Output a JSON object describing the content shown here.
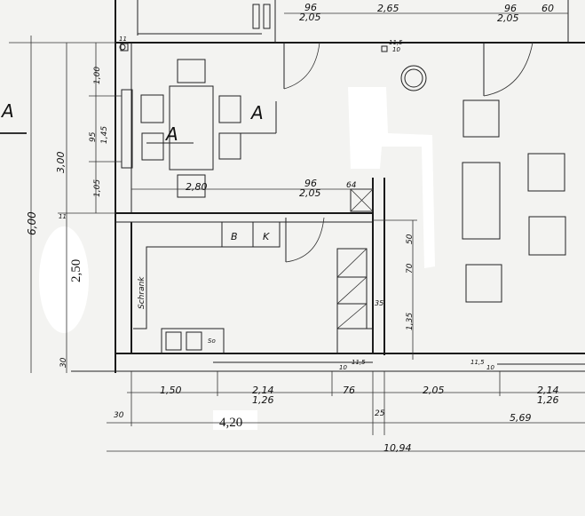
{
  "title": "Floor plan - dining area and kitchen",
  "section_marks": [
    "A",
    "A",
    "A"
  ],
  "labels": {
    "kitchen_b": "B",
    "kitchen_k": "K",
    "cabinet": "Schrank",
    "sink": "So"
  },
  "dimensions": {
    "top_door_left": [
      "96",
      "2,05"
    ],
    "top_span": "2,65",
    "top_door_right": [
      "96",
      "2,05"
    ],
    "top_right": "60",
    "chimney_top": [
      "11,5",
      "10"
    ],
    "corner_small": "11",
    "left_total": "6,00",
    "left_upper": "3,00",
    "left_lower": "2,50",
    "left_1": "1,00",
    "left_window": [
      "95",
      "1,45"
    ],
    "left_3": "1,05",
    "left_wall": "11",
    "left_bottom_wall": "30",
    "table_width": "2,80",
    "kitchen_door": [
      "96",
      "2,05"
    ],
    "shaft": "64",
    "right_50": "50",
    "right_70": "70",
    "right_35": "35",
    "right_135": "1,35",
    "pier_left": [
      "11,5",
      "10"
    ],
    "pier_right": [
      "11,5",
      "10"
    ],
    "bottom_150": "1,50",
    "bottom_window_1": [
      "2,14",
      "1,26"
    ],
    "bottom_76": "76",
    "bottom_205": "2,05",
    "bottom_window_2": [
      "2,14",
      "1,26"
    ],
    "bottom_30": "30",
    "bottom_420": "4,20",
    "bottom_25": "25",
    "bottom_569": "5,69",
    "bottom_total": "10,94"
  }
}
